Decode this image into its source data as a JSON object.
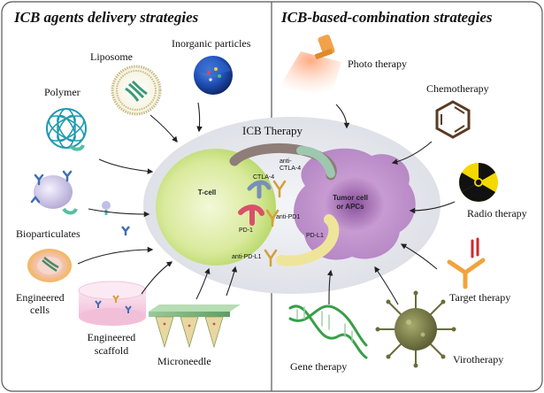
{
  "left_panel": {
    "title": "ICB agents delivery strategies",
    "items": {
      "liposome": "Liposome",
      "inorganic": "Inorganic particles",
      "polymer": "Polymer",
      "bioparticulates": "Bioparticulates",
      "engineered_cells": [
        "Engineered",
        "cells"
      ],
      "engineered_scaffold": [
        "Engineered",
        "scaffold"
      ],
      "microneedle": "Microneedle"
    }
  },
  "right_panel": {
    "title": "ICB-based-combination strategies",
    "items": {
      "photo": "Photo therapy",
      "chemo": "Chemotherapy",
      "radio": "Radio therapy",
      "target": "Target therapy",
      "viro": "Virotherapy",
      "gene": "Gene therapy"
    }
  },
  "center": {
    "title": "ICB Therapy",
    "t_cell": "T-cell",
    "tumor": [
      "Tumor cell",
      "or APCs"
    ],
    "ctla4": "CTLA-4",
    "anti_ctla4": [
      "anti-",
      "CTLA-4"
    ],
    "pd1": "PD-1",
    "anti_pd1": "anti-PD1",
    "pdl1": "PD-L1",
    "anti_pdl1": "anti-PD-L1"
  },
  "colors": {
    "border": "#555555",
    "center_bg": "#e8e9ef",
    "tcell": "#c8e06a",
    "tumor": "#b07cc0",
    "polymer": "#1f9ab0",
    "ab_blue": "#3f6fb5",
    "radio_yellow": "#f4d800",
    "target_orange": "#f2a33a",
    "target_red": "#d6262a",
    "gene_green": "#37a048",
    "virus": "#7d7f4a"
  }
}
